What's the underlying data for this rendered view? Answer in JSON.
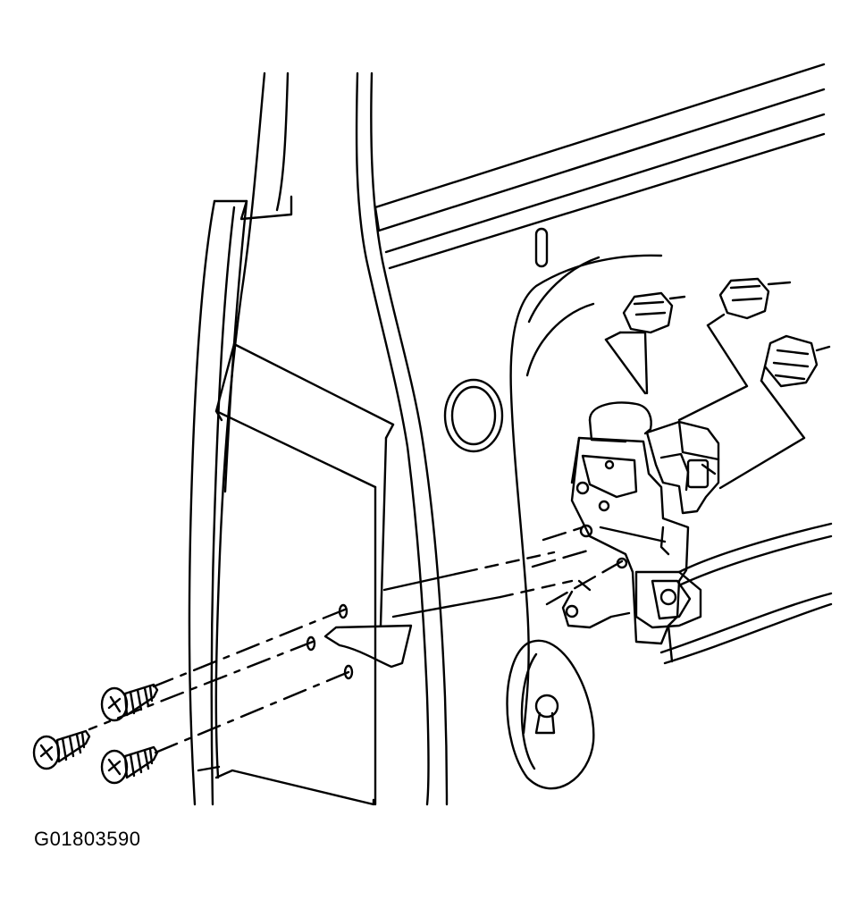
{
  "figure": {
    "id_label": "G01803590",
    "colors": {
      "ink": "#000000",
      "paper": "#ffffff"
    },
    "parts": [
      "door-pillar",
      "door-panel",
      "door-lock-actuator",
      "electrical-connector",
      "lock-screw",
      "lock-rod",
      "access-hole"
    ]
  }
}
